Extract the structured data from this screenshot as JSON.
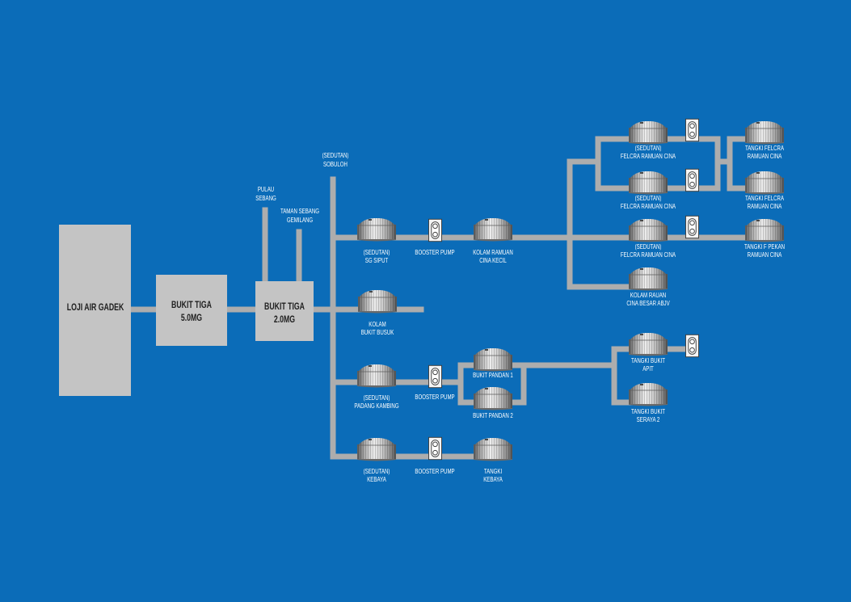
{
  "colors": {
    "background": "#0b6cb8",
    "pipe": "#adadad",
    "facility_box": "#c4c4c4",
    "facility_text": "#1e1e1e",
    "label_text": "#ffffff"
  },
  "icons": {
    "tank": "storage-tank-icon",
    "pump": "booster-pump-icon"
  },
  "facilities": {
    "loji_air_gadek": {
      "lines": [
        "LOJI AIR GADEK"
      ]
    },
    "bukit_tiga_5": {
      "lines": [
        "BUKIT TIGA",
        "5.0MG"
      ]
    },
    "bukit_tiga_2": {
      "lines": [
        "BUKIT TIGA",
        "2.0MG"
      ]
    }
  },
  "supply_points": {
    "pulau_sebang": {
      "lines": [
        "PULAU",
        "SEBANG"
      ]
    },
    "taman_sebang_gemilang": {
      "lines": [
        "TAMAN SEBANG",
        "GEMILANG"
      ]
    },
    "sobuloh": {
      "lines": [
        "(SEDUTAN)",
        "SOBULOH"
      ]
    }
  },
  "tanks": {
    "sg_siput": {
      "lines": [
        "(SEDUTAN)",
        "SG SIPUT"
      ]
    },
    "kolam_ramuan_cina_kecil": {
      "lines": [
        "KOLAM RAMUAN",
        "CINA KECIL"
      ]
    },
    "kolam_bukit_busuk": {
      "lines": [
        "KOLAM",
        "BUKIT BUSUK"
      ]
    },
    "padang_kambing": {
      "lines": [
        "(SEDUTAN)",
        "PADANG KAMBING"
      ]
    },
    "bukit_pandan_1": {
      "lines": [
        "BUKIT PANDAN 1"
      ]
    },
    "bukit_pandan_2": {
      "lines": [
        "BUKIT PANDAN 2"
      ]
    },
    "kebaya": {
      "lines": [
        "(SEDUTAN)",
        "KEBAYA"
      ]
    },
    "tangki_kebaya": {
      "lines": [
        "TANGKI",
        "KEBAYA"
      ]
    },
    "felcra_ramuan_cina_1": {
      "lines": [
        "(SEDUTAN)",
        "FELCRA RAMUAN CINA"
      ]
    },
    "felcra_ramuan_cina_2": {
      "lines": [
        "(SEDUTAN)",
        "FELCRA RAMUAN CINA"
      ]
    },
    "tangki_felcra_1": {
      "lines": [
        "TANGKI FELCRA",
        "RAMUAN CINA"
      ]
    },
    "tangki_felcra_2": {
      "lines": [
        "TANGKI FELCRA",
        "RAMUAN CINA"
      ]
    },
    "felcra_ramuan_cina_3": {
      "lines": [
        "(SEDUTAN)",
        "FELCRA RAMUAN CINA"
      ]
    },
    "tangki_f_pekan": {
      "lines": [
        "TANGKI F PEKAN",
        "RAMUAN CINA"
      ]
    },
    "kolam_rauan_cina_besar": {
      "lines": [
        "KOLAM RAUAN",
        "CINA BESAR ABJV"
      ]
    },
    "tangki_bukit_apit": {
      "lines": [
        "TANGKI BUKIT",
        "APIT"
      ]
    },
    "tangki_bukit_seraya_2": {
      "lines": [
        "TANGKI BUKIT",
        "SERAYA 2"
      ]
    }
  },
  "pumps": {
    "sg_siput_booster": {
      "label": "BOOSTER PUMP"
    },
    "padang_kambing_booster": {
      "label": "BOOSTER PUMP"
    },
    "kebaya_booster": {
      "label": "BOOSTER PUMP"
    }
  }
}
